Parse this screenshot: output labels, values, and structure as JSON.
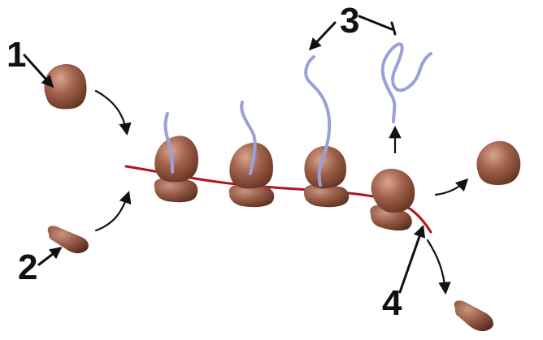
{
  "labels": {
    "one": "1",
    "two": "2",
    "three": "3",
    "four": "4"
  },
  "colors": {
    "ribosome_light": "#c08a74",
    "ribosome_mid": "#9a5e49",
    "ribosome_dark": "#6e3d2d",
    "mrna": "#b0141c",
    "peptide": "#9aa0d8",
    "arrow": "#111111",
    "background": "#ffffff"
  }
}
